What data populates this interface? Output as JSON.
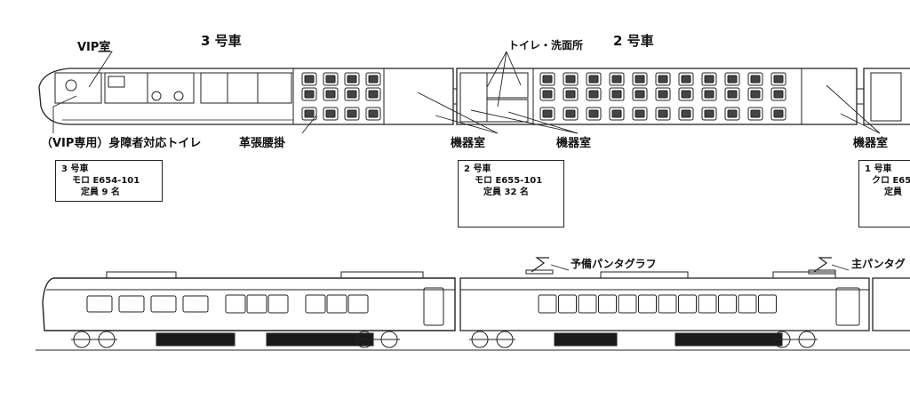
{
  "cars": [
    {
      "title": "3 号車",
      "spec_car": "3 号車",
      "spec_model": "モロ E654-101",
      "spec_capacity": "定員  9 名"
    },
    {
      "title": "2 号車",
      "spec_car": "2 号車",
      "spec_model": "モロ E655-101",
      "spec_capacity": "定員  32 名"
    },
    {
      "title": "",
      "spec_car": "1 号車",
      "spec_model": "クロ E65",
      "spec_capacity": "定員"
    }
  ],
  "labels": {
    "vip_room": "VIP室",
    "vip_toilet": "（VIP専用）身障者対応トイレ",
    "leather_seats": "革張腰掛",
    "toilet_washroom": "トイレ・洗面所",
    "equipment_room": "機器室",
    "spare_pantograph": "予備パンタグラフ",
    "main_pantograph": "主パンタグ"
  },
  "colors": {
    "line": "#222222",
    "fill": "#ffffff",
    "dark": "#1a1a1a"
  }
}
